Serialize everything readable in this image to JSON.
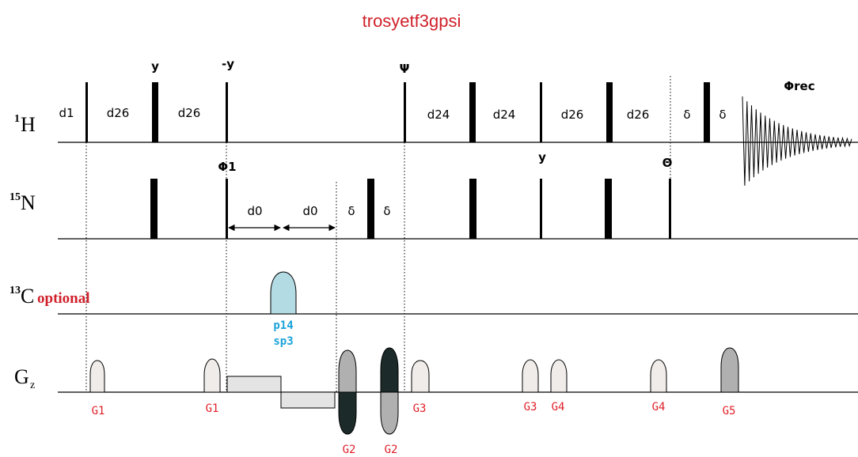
{
  "title": "trosyetf3gpsi",
  "channels": {
    "h": {
      "main": "H",
      "mass": "1"
    },
    "n": {
      "main": "N",
      "mass": "15"
    },
    "c": {
      "main": "C",
      "mass": "13",
      "note": "optional"
    },
    "g": {
      "main": "G",
      "sub": "z"
    }
  },
  "h_delays": [
    "d1",
    "d26",
    "d26",
    "d24",
    "d24",
    "d26",
    "d26",
    "δ",
    "δ"
  ],
  "h_phases": {
    "y": "y",
    "minus_y": "-y",
    "psi": "Ψ",
    "rec": "Φrec"
  },
  "n_phases": {
    "phi1": "Φ1",
    "y": "y",
    "theta": "Θ"
  },
  "n_delays": [
    "d0",
    "d0",
    "δ",
    "δ"
  ],
  "c_pulse": {
    "name": "p14",
    "shape": "sp3"
  },
  "gradients": [
    "G1",
    "G1",
    "G2",
    "G2",
    "G3",
    "G3",
    "G4",
    "G4",
    "G5"
  ],
  "colors": {
    "title": "#d0202a",
    "gradient_label": "#e0202a",
    "shaped_label": "#1aa3d9",
    "shaped_pulse": "#b3dbe3",
    "gradient_light": "#f0ecea",
    "gradient_mid": "#b0b0b0",
    "gradient_dark": "#1d2a2a"
  }
}
